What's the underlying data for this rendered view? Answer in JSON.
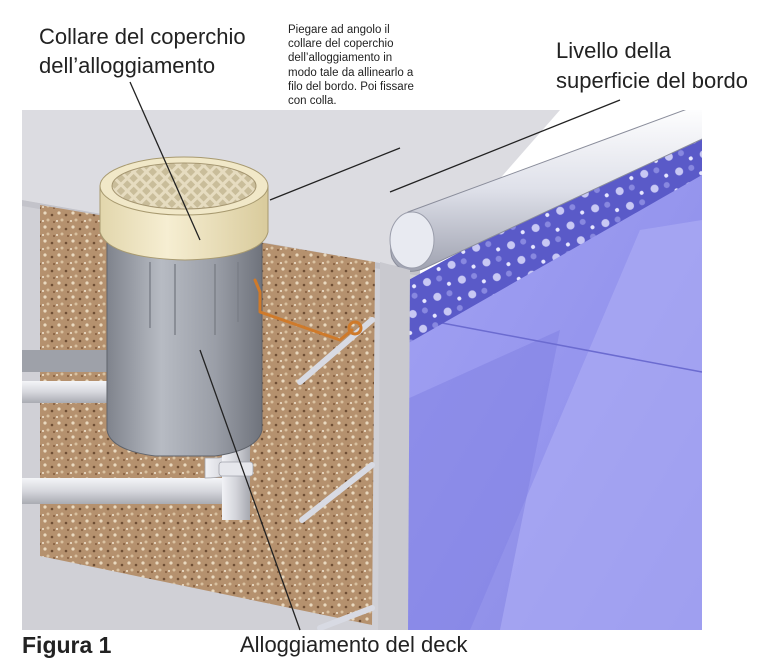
{
  "labels": {
    "collar_line1": "Collare del coperchio",
    "collar_line2": "dell’alloggiamento",
    "level_line1": "Livello della",
    "level_line2": "superficie del bordo",
    "note": "Piegare ad angolo il collare del coperchio dell’alloggiamento in modo tale da allinearlo a filo del bordo. Poi fissare con colla.",
    "figure": "Figura 1",
    "deck_housing": "Alloggiamento del deck"
  },
  "colors": {
    "wall": "#d3d3d8",
    "gravel": "#b08a68",
    "housing": "#9ea2ab",
    "collar": "#efe5c0",
    "pool_water": "#9a9af0",
    "coping": "#e4e6ee",
    "pipe": "#dcdde2",
    "wire": "#d07a2a"
  }
}
